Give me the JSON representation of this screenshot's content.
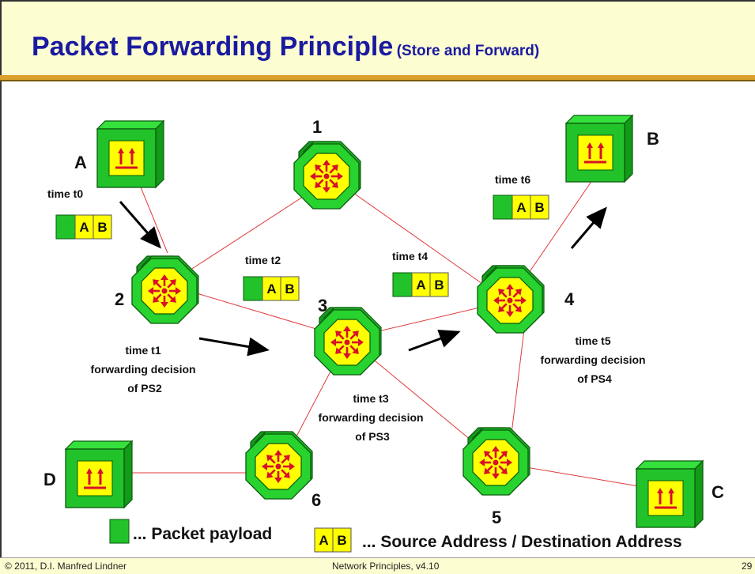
{
  "title": {
    "main": "Packet Forwarding Principle",
    "sub": "(Store and Forward)"
  },
  "nodes": {
    "host_a": "A",
    "host_b": "B",
    "host_c": "C",
    "host_d": "D",
    "ps1": "1",
    "ps2": "2",
    "ps3": "3",
    "ps4": "4",
    "ps5": "5",
    "ps6": "6"
  },
  "packet": {
    "source": "A",
    "destination": "B"
  },
  "labels": {
    "t0": "time t0",
    "t1": [
      "time t1",
      "forwarding decision",
      "of PS2"
    ],
    "t2": "time t2",
    "t3": [
      "time t3",
      "forwarding decision",
      "of PS3"
    ],
    "t4": "time t4",
    "t5": [
      "time t5",
      "forwarding decision",
      "of PS4"
    ],
    "t6": "time t6"
  },
  "legend": {
    "payload": "... Packet payload",
    "addresses": "... Source Address / Destination Address",
    "a": "A",
    "b": "B"
  },
  "colors": {
    "title": "#1a1aa0",
    "header_bg": "#fdfdd2",
    "rule": "#d9a12b",
    "node_green": "#22c22a",
    "link": "#e03a3a",
    "icon_yellow": "#ffff00"
  },
  "footer": {
    "copyright": "© 2011, D.I. Manfred Lindner",
    "center": "Network Principles, v4.10",
    "page": "29"
  }
}
